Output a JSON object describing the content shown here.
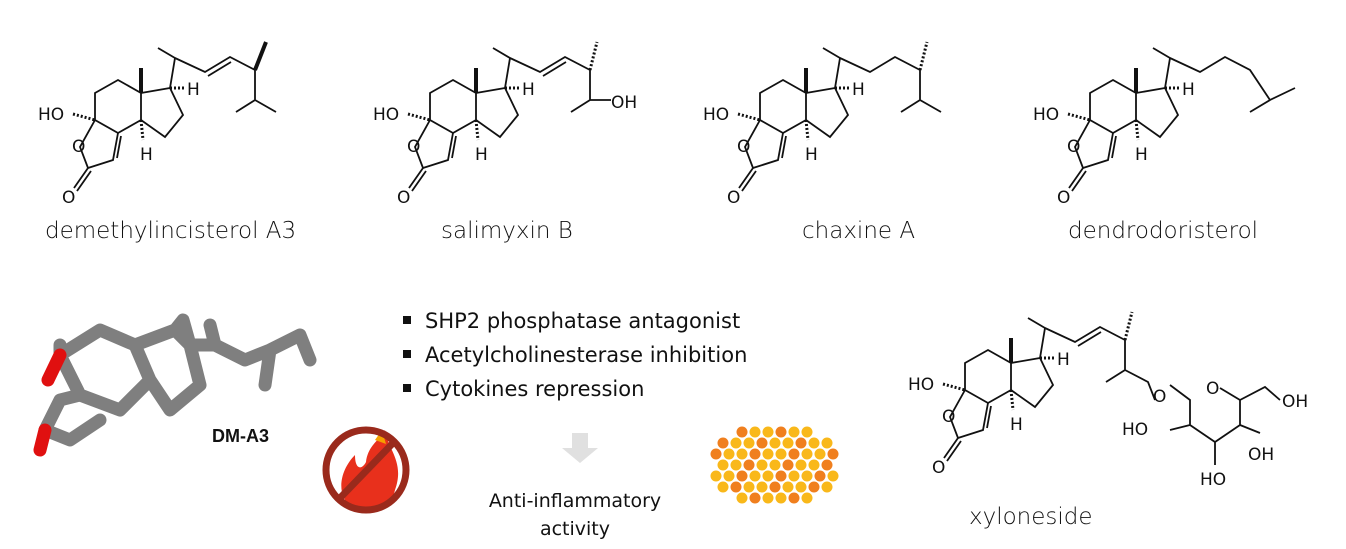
{
  "compounds": [
    {
      "name": "demethylincisterol A3"
    },
    {
      "name": "salimyxin B"
    },
    {
      "name": "chaxine A"
    },
    {
      "name": "dendrodoristerol"
    },
    {
      "name": "xyloneside"
    }
  ],
  "atoms": {
    "ho": "HO",
    "oh": "OH",
    "h": "H",
    "o": "O"
  },
  "model": {
    "label": "DM-A3",
    "carbon_color": "#8a8a8a",
    "oxygen_color": "#e01010"
  },
  "activities": [
    "SHP2 phosphatase antagonist",
    "Acetylcholinesterase inhibition",
    "Cytokines repression"
  ],
  "outcome": {
    "line1": "Anti-inflammatory",
    "line2": "activity"
  },
  "icons": {
    "no_fire": "no-inflammation-icon",
    "arrow": "down-arrow-icon",
    "dots": "cytokines-icon"
  },
  "colors": {
    "fire": "#e8301c",
    "ban": "#9a2a1c",
    "orange": "#f07f1e",
    "yellow": "#f9b81a",
    "arrow": "#e0e0e0"
  }
}
